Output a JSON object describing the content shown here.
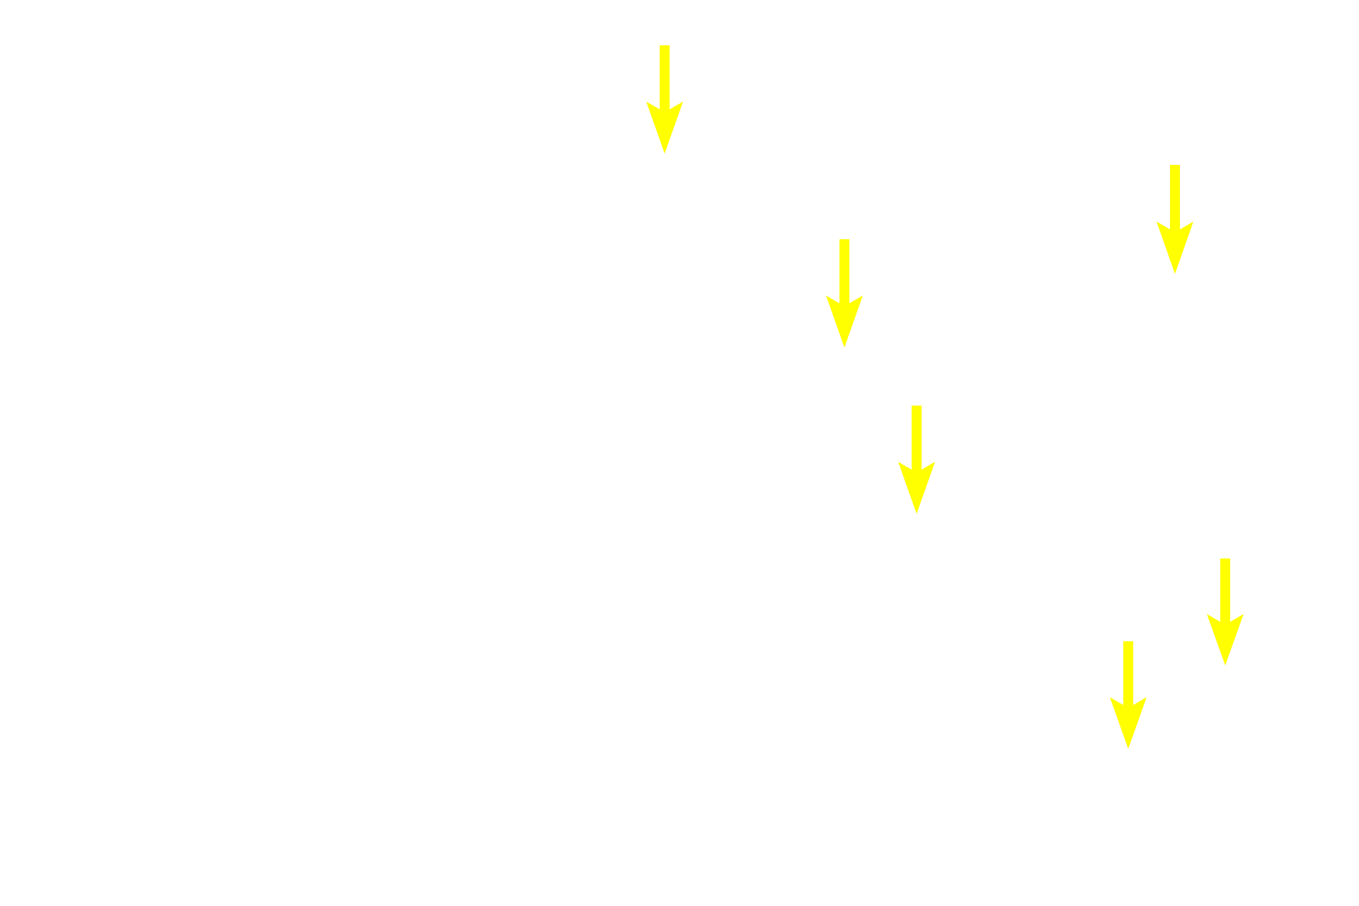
{
  "colors": {
    "background": "#ffffff",
    "arrow": "#ffff00"
  },
  "annotations": {
    "type": "arrow-markers",
    "direction": "down",
    "count": 6,
    "icon": "arrow-down-icon"
  }
}
